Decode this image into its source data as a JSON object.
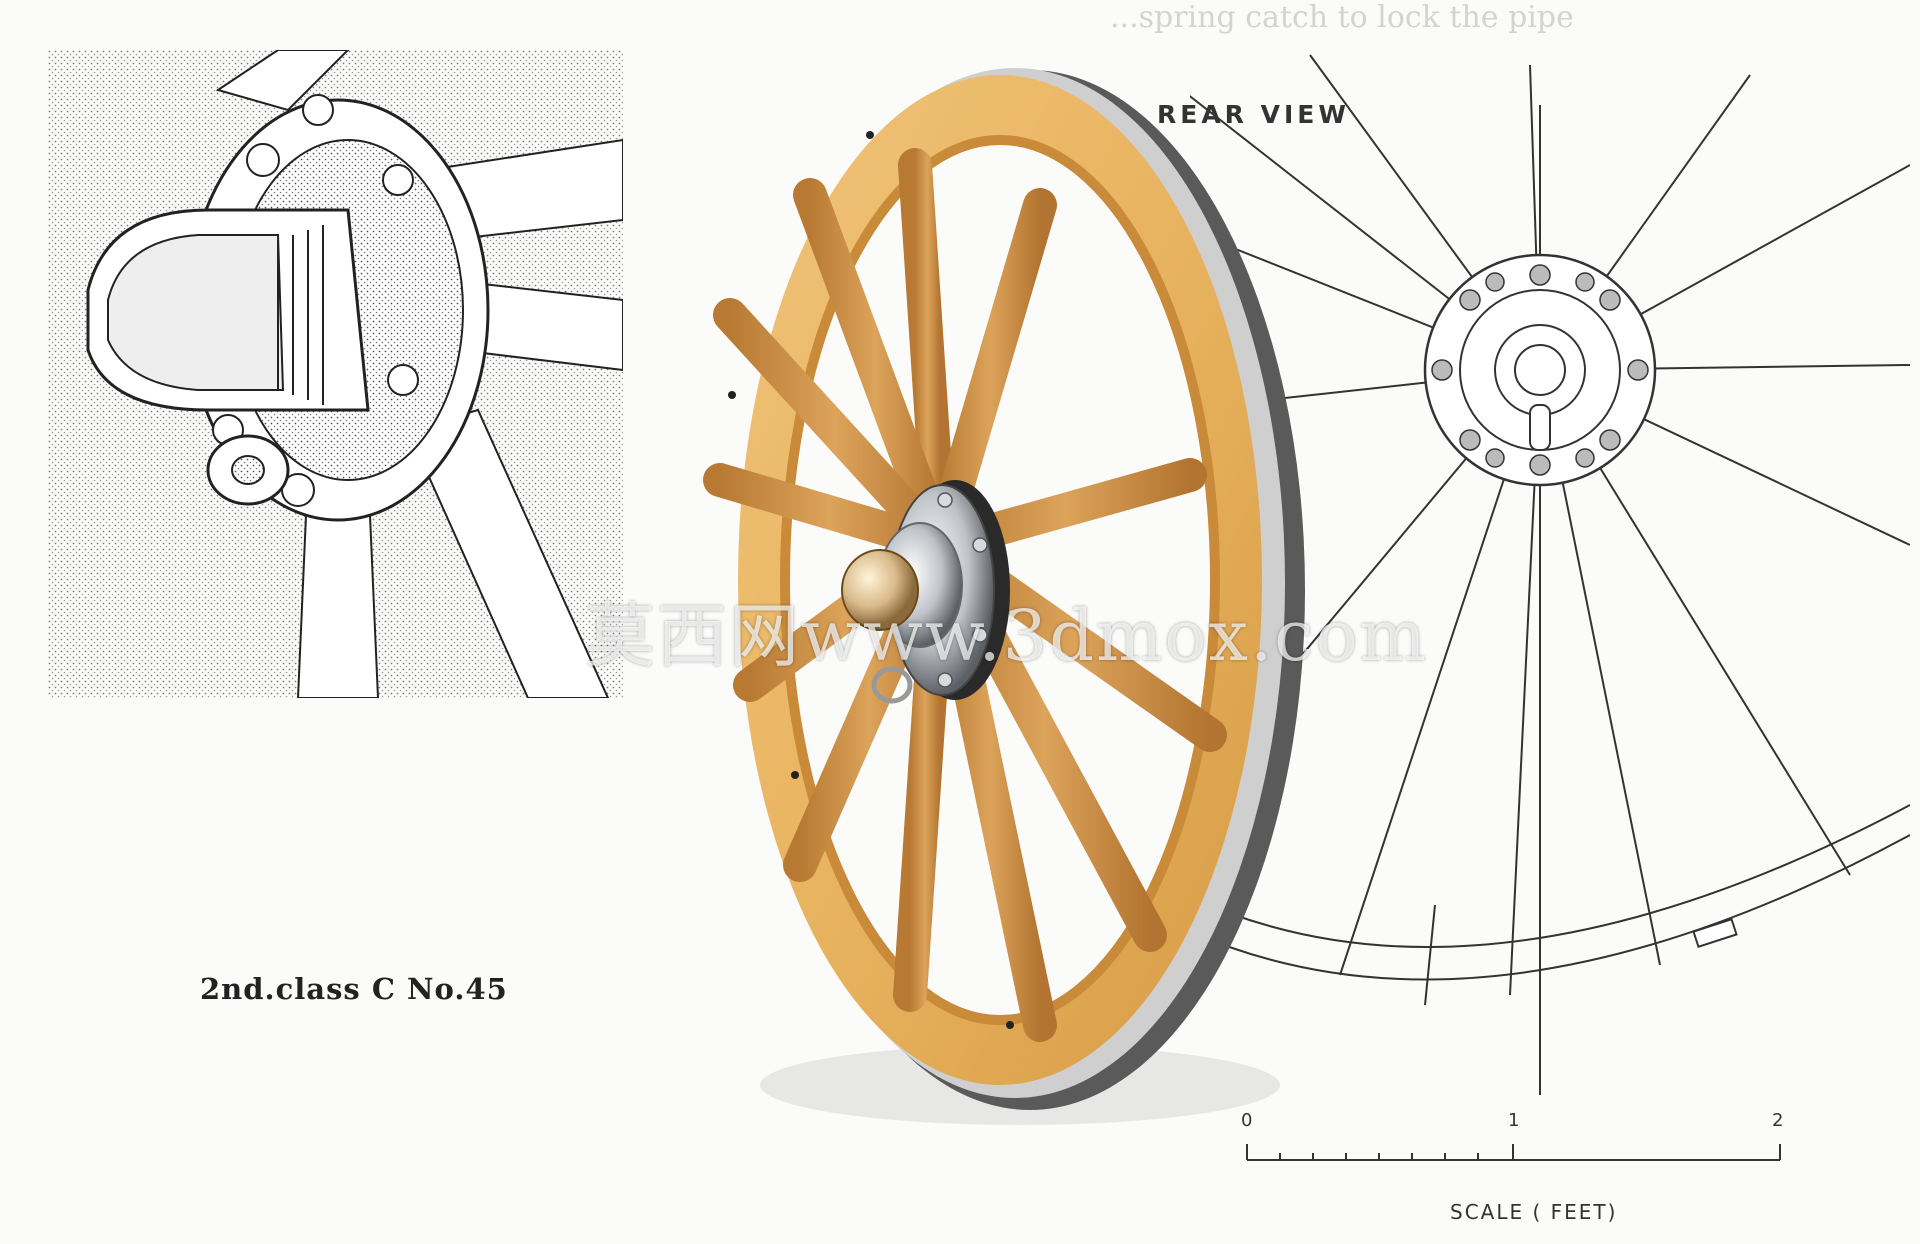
{
  "inset_caption": "2nd.class C No.45",
  "rear_view_title": "REAR VIEW",
  "scale": {
    "label": "SCALE ( FEET)",
    "ticks": [
      "0",
      "1",
      "2"
    ]
  },
  "watermark": "莫西网www.3dmox.com",
  "faded_header_text": "...spring catch to lock the pipe",
  "colors": {
    "wood_light": "#e8b35f",
    "wood_dark": "#c98a3a",
    "tire": "#5a5a5a",
    "tire_edge": "#c8c8c8",
    "ink": "#222222"
  },
  "icons": [
    "wheel-render-icon",
    "hub-detail-drawing-icon",
    "rear-view-drawing-icon"
  ]
}
